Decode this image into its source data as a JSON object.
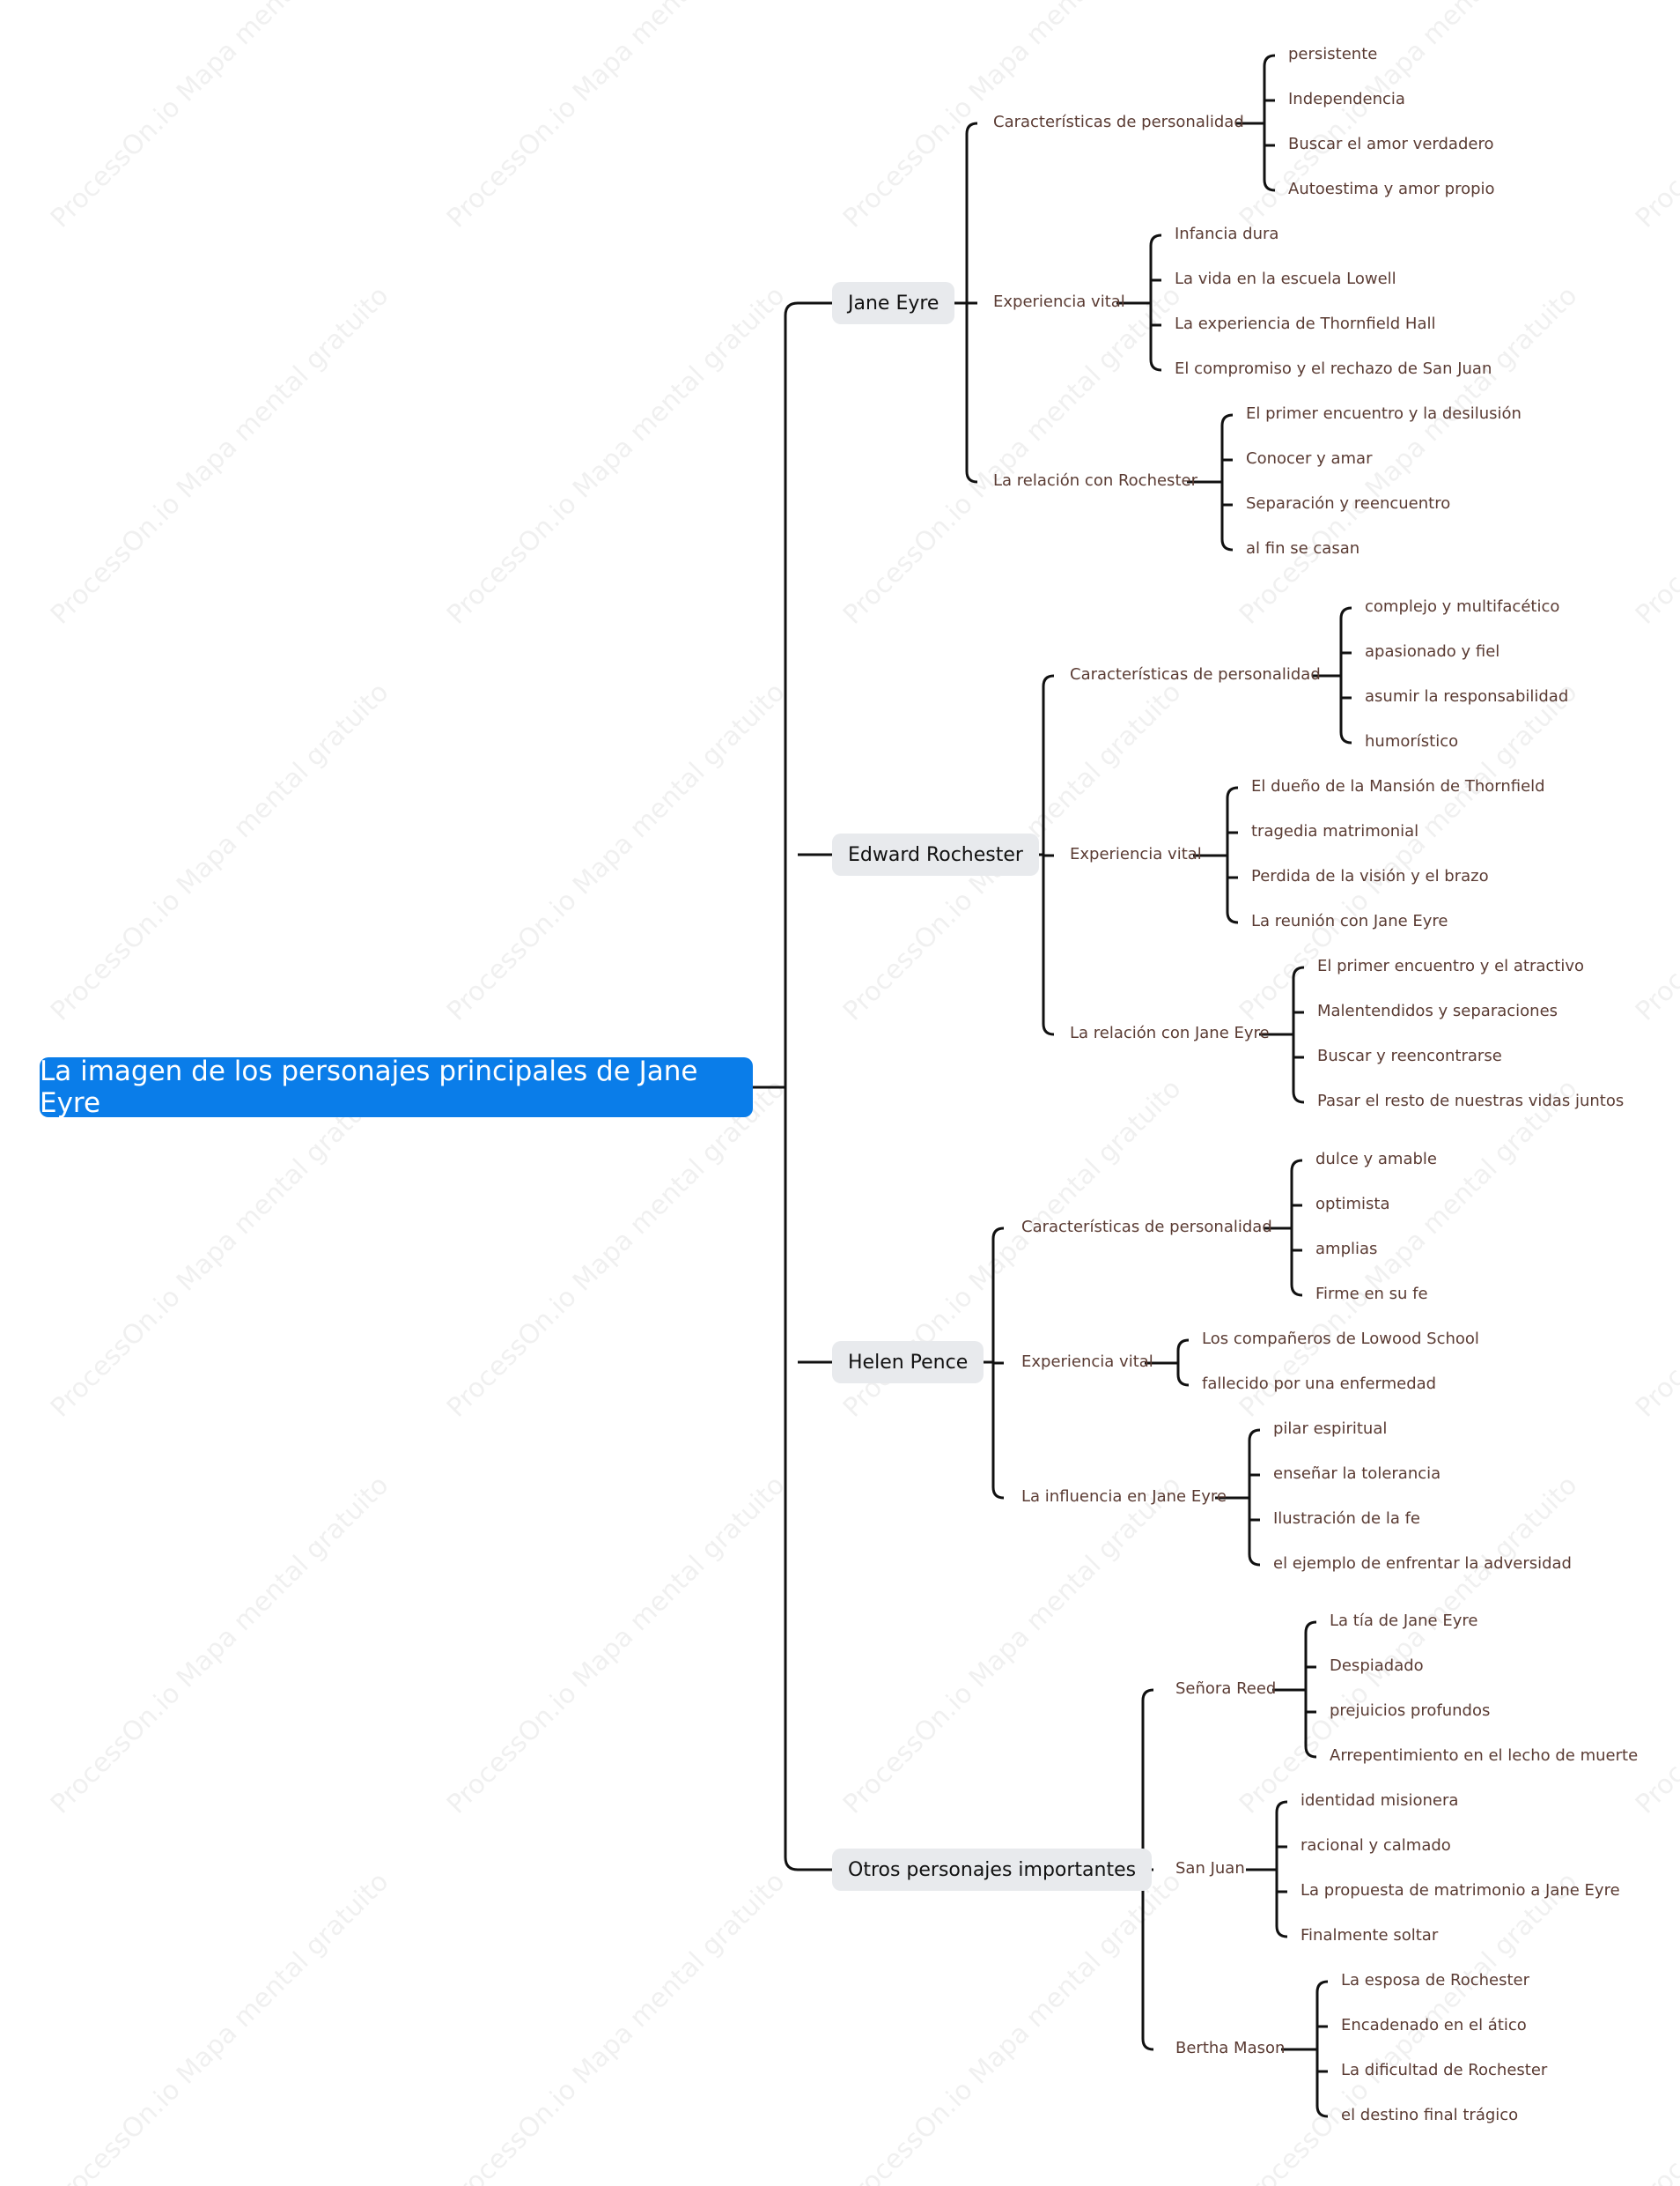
{
  "root": {
    "label": "La imagen de los personajes principales de Jane Eyre"
  },
  "watermark": "ProcessOn.io Mapa mental gratuito",
  "colors": {
    "root_fill": "#0a7de9",
    "topic_fill": "#e8eaed",
    "line": "#111111",
    "leaf_text": "#5a3b33"
  },
  "topics": [
    {
      "label": "Jane Eyre",
      "subs": [
        {
          "label": "Características de personalidad",
          "leaves": [
            "persistente",
            "Independencia",
            "Buscar el amor verdadero",
            "Autoestima y amor propio"
          ]
        },
        {
          "label": "Experiencia vital",
          "leaves": [
            "Infancia dura",
            "La vida en la escuela Lowell",
            "La experiencia de Thornfield Hall",
            "El compromiso y el rechazo de San Juan"
          ]
        },
        {
          "label": "La relación con Rochester",
          "leaves": [
            "El primer encuentro y la desilusión",
            "Conocer y amar",
            "Separación y reencuentro",
            "al fin se casan"
          ]
        }
      ]
    },
    {
      "label": "Edward Rochester",
      "subs": [
        {
          "label": "Características de personalidad",
          "leaves": [
            "complejo y multifacético",
            "apasionado y fiel",
            "asumir la responsabilidad",
            "humorístico"
          ]
        },
        {
          "label": "Experiencia vital",
          "leaves": [
            "El dueño de la Mansión de Thornfield",
            "tragedia matrimonial",
            "Perdida de la visión y el brazo",
            "La reunión con Jane Eyre"
          ]
        },
        {
          "label": "La relación con Jane Eyre",
          "leaves": [
            "El primer encuentro y el atractivo",
            "Malentendidos y separaciones",
            "Buscar y reencontrarse",
            "Pasar el resto de nuestras vidas juntos"
          ]
        }
      ]
    },
    {
      "label": "Helen Pence",
      "subs": [
        {
          "label": "Características de personalidad",
          "leaves": [
            "dulce y amable",
            "optimista",
            "amplias",
            "Firme en su fe"
          ]
        },
        {
          "label": "Experiencia vital",
          "leaves": [
            "Los compañeros de Lowood School",
            "fallecido por una enfermedad"
          ]
        },
        {
          "label": "La influencia en Jane Eyre",
          "leaves": [
            "pilar espiritual",
            "enseñar la tolerancia",
            "Ilustración de la fe",
            "el ejemplo de enfrentar la adversidad"
          ]
        }
      ]
    },
    {
      "label": "Otros personajes importantes",
      "subs": [
        {
          "label": "Señora Reed",
          "leaves": [
            "La tía de Jane Eyre",
            "Despiadado",
            "prejuicios profundos",
            "Arrepentimiento en el lecho de muerte"
          ]
        },
        {
          "label": "San Juan",
          "leaves": [
            "identidad misionera",
            "racional y calmado",
            "La propuesta de matrimonio a Jane Eyre",
            "Finalmente soltar"
          ]
        },
        {
          "label": "Bertha Mason",
          "leaves": [
            "La esposa de Rochester",
            "Encadenado en el ático",
            "La dificultad de Rochester",
            "el destino final trágico"
          ]
        }
      ]
    }
  ]
}
